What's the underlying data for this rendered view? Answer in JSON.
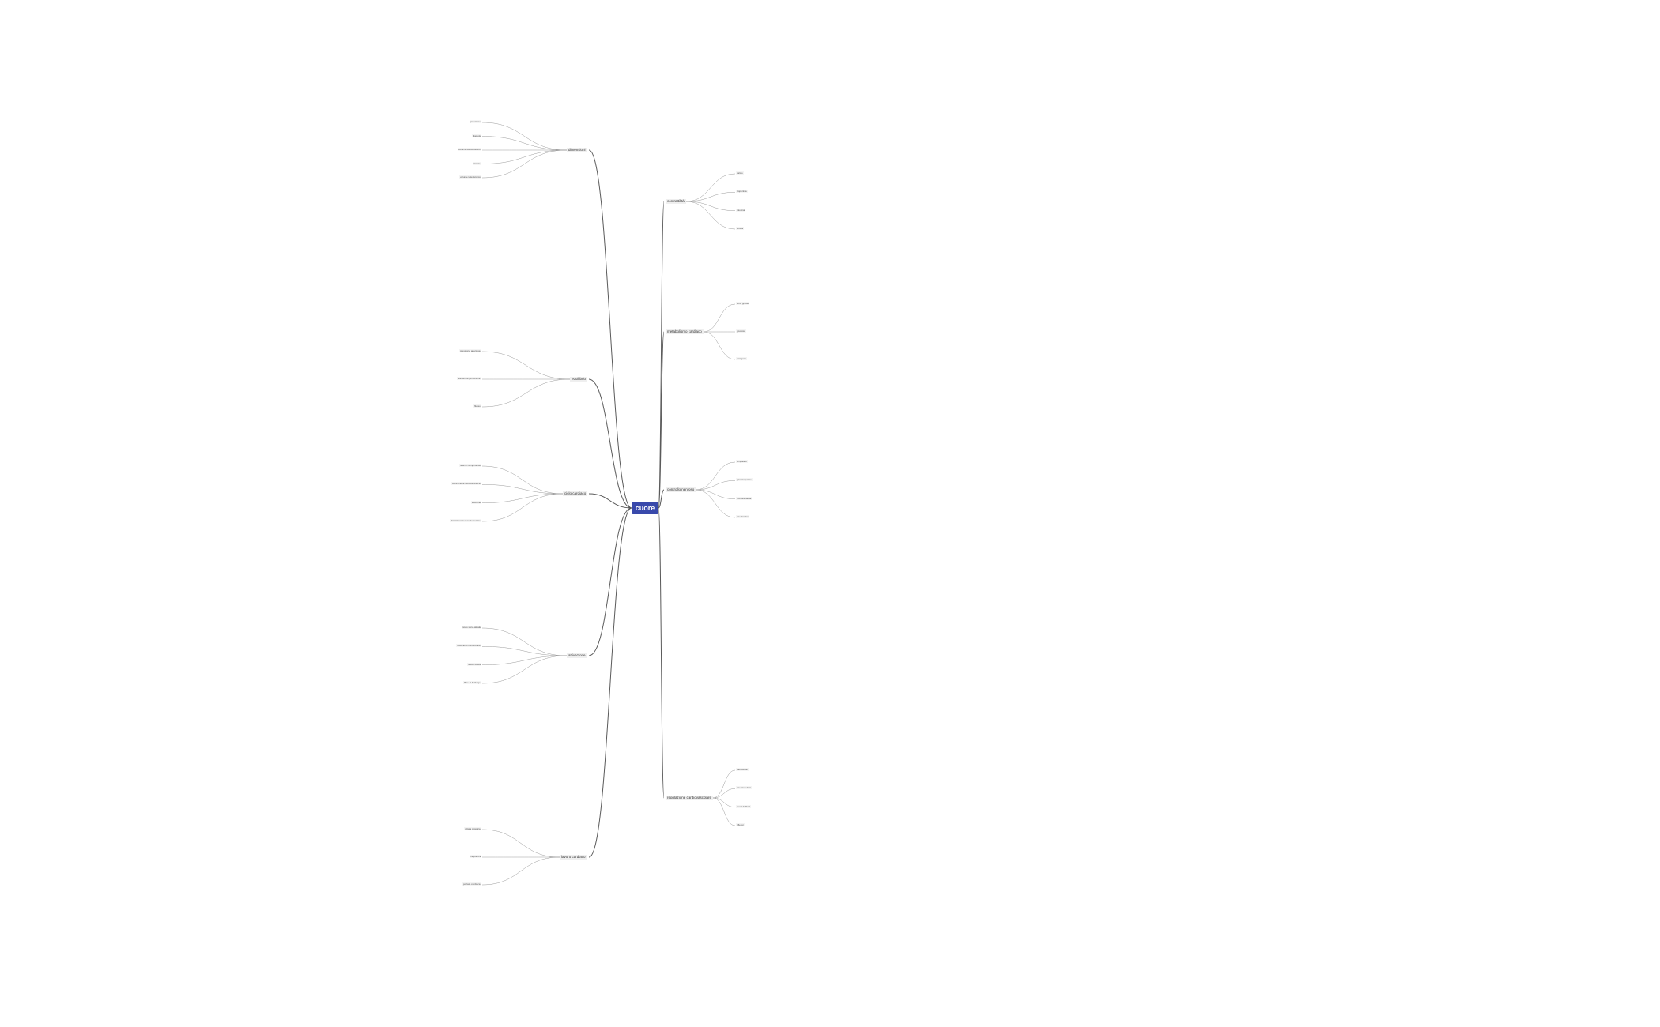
{
  "root": "cuore",
  "colors": {
    "root_fill": "#3949ab",
    "edge": "#5a5a5a",
    "edge_light": "#9a9a9a"
  },
  "branches": [
    {
      "label": "dimensioni",
      "side": "left",
      "children": [
        "pressione",
        "diastole",
        "volume telediastolico",
        "sistole",
        "volume telesistolico"
      ]
    },
    {
      "label": "equilibrio",
      "side": "left",
      "children": [
        "pressione arteriosa",
        "resistenze periferiche",
        "flusso"
      ]
    },
    {
      "label": "ciclo cardiaco",
      "side": "left",
      "children": [
        "fase di riempimento",
        "contrazione isovolumetrica",
        "eiezione",
        "rilasciamento isovolumetrico"
      ]
    },
    {
      "label": "attivazione",
      "side": "left",
      "children": [
        "nodo seno-atriale",
        "nodo atrio-ventricolare",
        "fascio di His",
        "fibre di Purkinje"
      ]
    },
    {
      "label": "lavoro cardiaco",
      "side": "left",
      "children": [
        "gittata sistolica",
        "frequenza",
        "portata cardiaca"
      ]
    },
    {
      "label": "contrattilità",
      "side": "right",
      "children": [
        "calcio",
        "troponina",
        "miosina",
        "actina"
      ]
    },
    {
      "label": "metabolismo cardiaco",
      "side": "right",
      "children": [
        "acidi grassi",
        "glucosio",
        "ossigeno"
      ]
    },
    {
      "label": "controllo nervoso",
      "side": "right",
      "children": [
        "simpatico",
        "parasimpatico",
        "noradrenalina",
        "acetilcolina"
      ]
    },
    {
      "label": "regolazione cardiovascolare",
      "side": "right",
      "children": [
        "barocettori",
        "chemiocettori",
        "centri bulbari",
        "riflessi"
      ]
    }
  ]
}
